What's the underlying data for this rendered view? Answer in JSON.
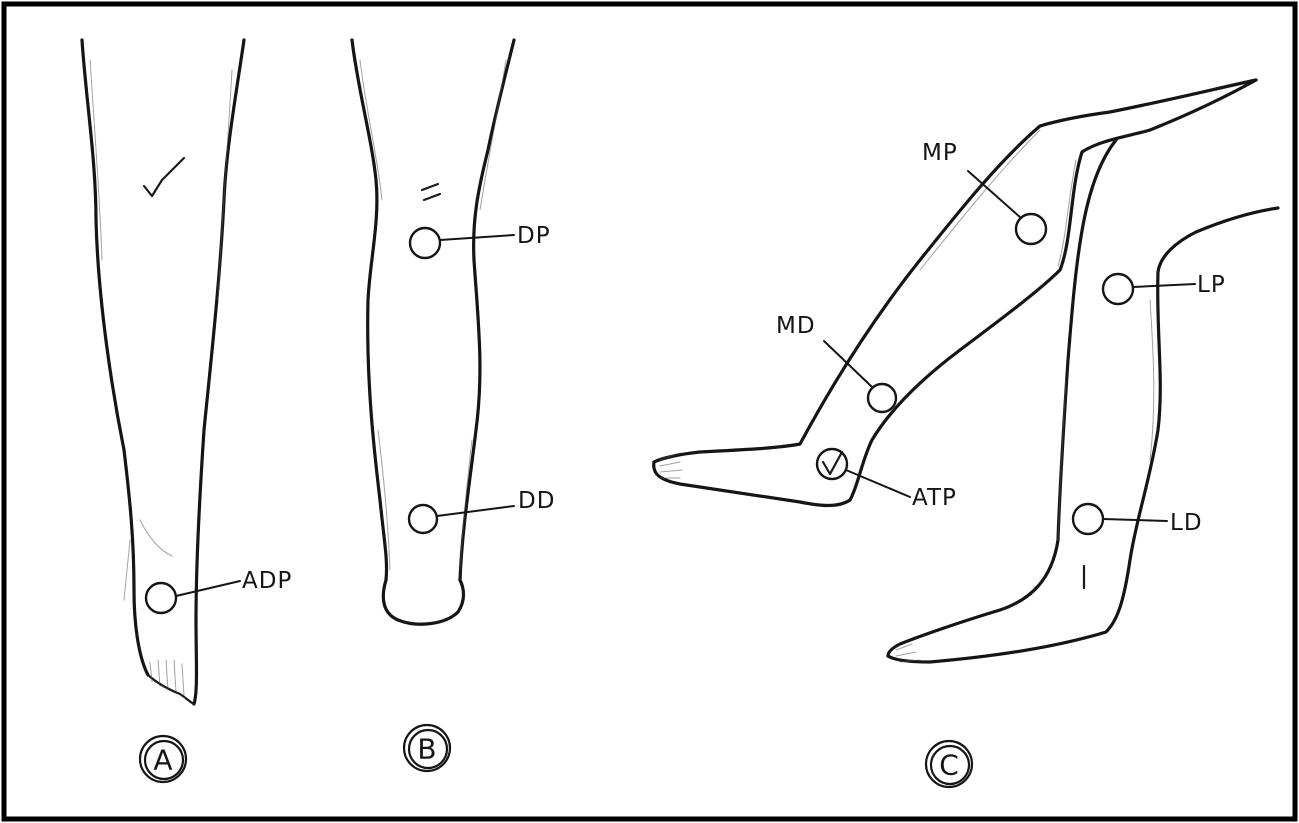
{
  "panels": [
    {
      "letter": "A",
      "sites": [
        {
          "label": "ADP"
        }
      ]
    },
    {
      "letter": "B",
      "sites": [
        {
          "label": "DP"
        },
        {
          "label": "DD"
        }
      ]
    },
    {
      "letter": "C",
      "sites": [
        {
          "label": "MP"
        },
        {
          "label": "MD"
        },
        {
          "label": "ATP"
        },
        {
          "label": "LP"
        },
        {
          "label": "LD"
        }
      ]
    }
  ],
  "colors": {
    "ink": "#151515",
    "paper": "#ffffff",
    "border": "#000000"
  }
}
